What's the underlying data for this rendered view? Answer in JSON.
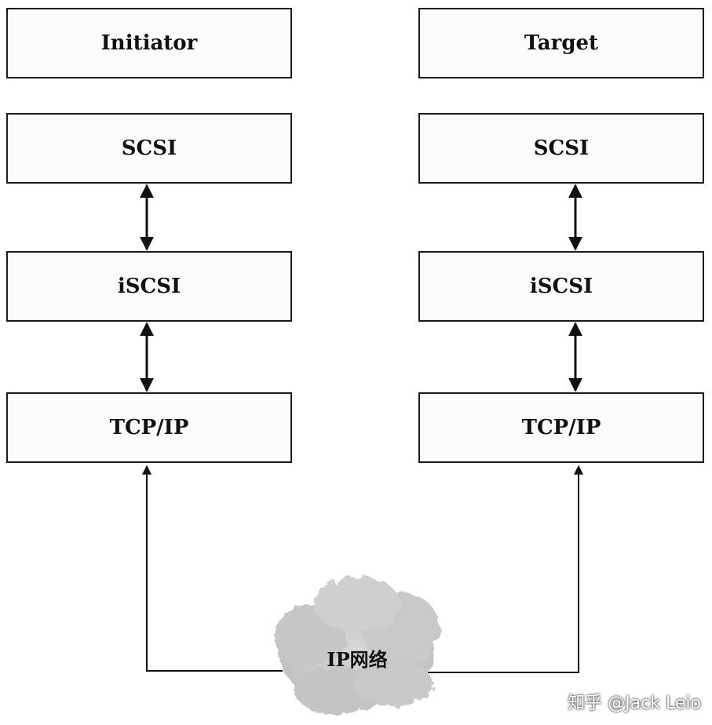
{
  "initiator": {
    "title": "Initiator",
    "layers": [
      "SCSI",
      "iSCSI",
      "TCP/IP"
    ]
  },
  "target": {
    "title": "Target",
    "layers": [
      "SCSI",
      "iSCSI",
      "TCP/IP"
    ]
  },
  "network": {
    "label": "IP网络"
  },
  "watermark": "知乎 @Jack Leio"
}
